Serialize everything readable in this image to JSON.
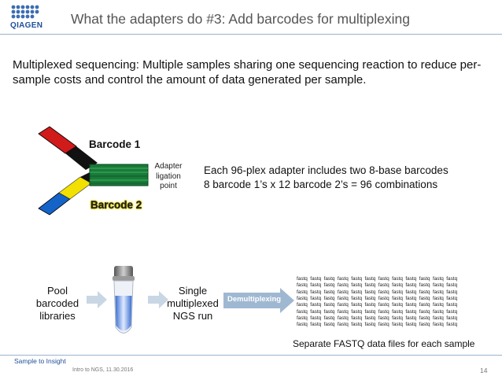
{
  "header": {
    "logo_text": "QIAGEN",
    "title": "What the adapters do #3: Add barcodes for multiplexing"
  },
  "intro": {
    "text": "Multiplexed sequencing: Multiple samples sharing one sequencing reaction to reduce per-sample costs and control the amount of data generated per sample."
  },
  "adapter": {
    "barcode1": "Barcode 1",
    "barcode2": "Barcode 2",
    "ligation_label": "Adapter ligation point",
    "desc_line1": "Each 96-plex adapter includes two 8-base barcodes",
    "desc_line2": "8 barcode 1’s x 12 barcode 2’s  = 96 combinations"
  },
  "workflow": {
    "pool_label": "Pool barcoded libraries",
    "single_label": "Single multiplexed NGS run",
    "demux_label": "Demultiplexing",
    "fastq_token": "fastq",
    "fastq_rows": 8,
    "fastq_cols": 12,
    "caption": "Separate FASTQ data files for each sample"
  },
  "footer": {
    "brand": "Sample to Insight",
    "info": "Intro to NGS, 11.30.2016",
    "page_number": "14"
  },
  "colors": {
    "brand_blue": "#1f4e9a",
    "title_gray": "#555555",
    "adapter_green": "#1a7a3a",
    "barcode1_red": "#d11a1a",
    "barcode2_yellow": "#f2e000",
    "arm_blue": "#1463c8",
    "arrow_light_blue": "#c9d6e4",
    "demux_arrow_blue": "#9fb8d2"
  }
}
